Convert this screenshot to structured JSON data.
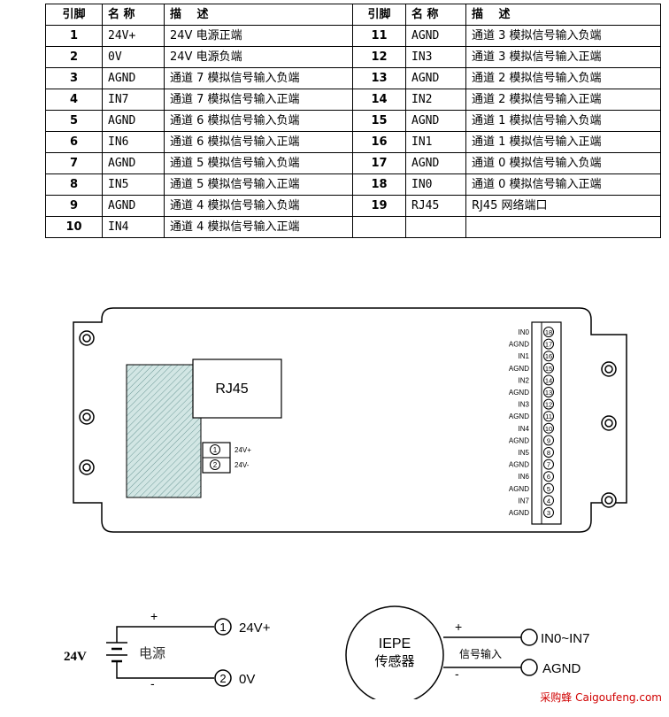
{
  "table": {
    "headers": [
      "引脚",
      "名 称",
      "描　 述",
      "引脚",
      "名 称",
      "描　 述"
    ],
    "rows": [
      [
        "1",
        "24V+",
        "24V 电源正端",
        "11",
        "AGND",
        "通道 3 模拟信号输入负端"
      ],
      [
        "2",
        "0V",
        "24V 电源负端",
        "12",
        "IN3",
        "通道 3 模拟信号输入正端"
      ],
      [
        "3",
        "AGND",
        "通道 7 模拟信号输入负端",
        "13",
        "AGND",
        "通道 2 模拟信号输入负端"
      ],
      [
        "4",
        "IN7",
        "通道 7 模拟信号输入正端",
        "14",
        "IN2",
        "通道 2 模拟信号输入正端"
      ],
      [
        "5",
        "AGND",
        "通道 6 模拟信号输入负端",
        "15",
        "AGND",
        "通道 1 模拟信号输入负端"
      ],
      [
        "6",
        "IN6",
        "通道 6 模拟信号输入正端",
        "16",
        "IN1",
        "通道 1 模拟信号输入正端"
      ],
      [
        "7",
        "AGND",
        "通道 5 模拟信号输入负端",
        "17",
        "AGND",
        "通道 0 模拟信号输入负端"
      ],
      [
        "8",
        "IN5",
        "通道 5 模拟信号输入正端",
        "18",
        "IN0",
        "通道 0 模拟信号输入正端"
      ],
      [
        "9",
        "AGND",
        "通道 4 模拟信号输入负端",
        "19",
        "RJ45",
        "RJ45 网络端口"
      ],
      [
        "10",
        "IN4",
        "通道 4 模拟信号输入正端",
        "",
        "",
        ""
      ]
    ]
  },
  "board": {
    "rj45_label": "RJ45",
    "power_pins": [
      {
        "num": "1",
        "label": "24V+"
      },
      {
        "num": "2",
        "label": "24V-"
      }
    ],
    "terminal_pins": [
      {
        "num": "18",
        "label": "IN0"
      },
      {
        "num": "17",
        "label": "AGND"
      },
      {
        "num": "16",
        "label": "IN1"
      },
      {
        "num": "15",
        "label": "AGND"
      },
      {
        "num": "14",
        "label": "IN2"
      },
      {
        "num": "13",
        "label": "AGND"
      },
      {
        "num": "12",
        "label": "IN3"
      },
      {
        "num": "11",
        "label": "AGND"
      },
      {
        "num": "10",
        "label": "IN4"
      },
      {
        "num": "9",
        "label": "AGND"
      },
      {
        "num": "8",
        "label": "IN5"
      },
      {
        "num": "7",
        "label": "AGND"
      },
      {
        "num": "6",
        "label": "IN6"
      },
      {
        "num": "5",
        "label": "AGND"
      },
      {
        "num": "4",
        "label": "IN7"
      },
      {
        "num": "3",
        "label": "AGND"
      }
    ]
  },
  "power_wiring": {
    "voltage": "24V",
    "source_label": "电源",
    "plus": "+",
    "minus": "-",
    "pin1_num": "1",
    "pin1_label": "24V+",
    "pin2_num": "2",
    "pin2_label": "0V"
  },
  "sensor_wiring": {
    "sensor_line1": "IEPE",
    "sensor_line2": "传感器",
    "signal_label": "信号输入",
    "plus": "+",
    "minus": "-",
    "in_label": "IN0~IN7",
    "gnd_label": "AGND"
  },
  "watermark": "采购蜂 Caigoufeng.com"
}
